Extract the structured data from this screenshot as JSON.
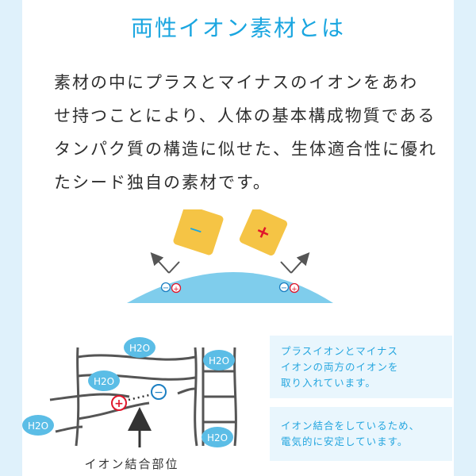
{
  "title": "両性イオン素材とは",
  "description_lines": [
    "素材の中にプラスとマイナスのイオンをあわ",
    "せ持つことにより、人体の基本構成物質である",
    "タンパク質の構造に似せた、生体適合性に優れ",
    "たシード独自の素材です。"
  ],
  "diagram_top": {
    "minus_sign": "−",
    "plus_sign": "+",
    "small_minus": "−",
    "small_plus": "+"
  },
  "diagram_bottom": {
    "water_label": "H2O",
    "plus_ion": "+",
    "minus_ion": "−",
    "bond_label": "イオン結合部位"
  },
  "info_boxes": [
    {
      "lines": [
        "プラスイオンとマイナス",
        "イオンの両方のイオンを",
        "取り入れています。"
      ]
    },
    {
      "lines": [
        "イオン結合をしているため、",
        "電気的に安定しています。"
      ]
    }
  ],
  "colors": {
    "accent": "#1aa6e0",
    "panel": "#e9f6fd",
    "lens": "#6ec7ea",
    "ion_plus": "#e0162b",
    "ion_minus": "#1c7fc2",
    "pad": "#f5c445"
  }
}
